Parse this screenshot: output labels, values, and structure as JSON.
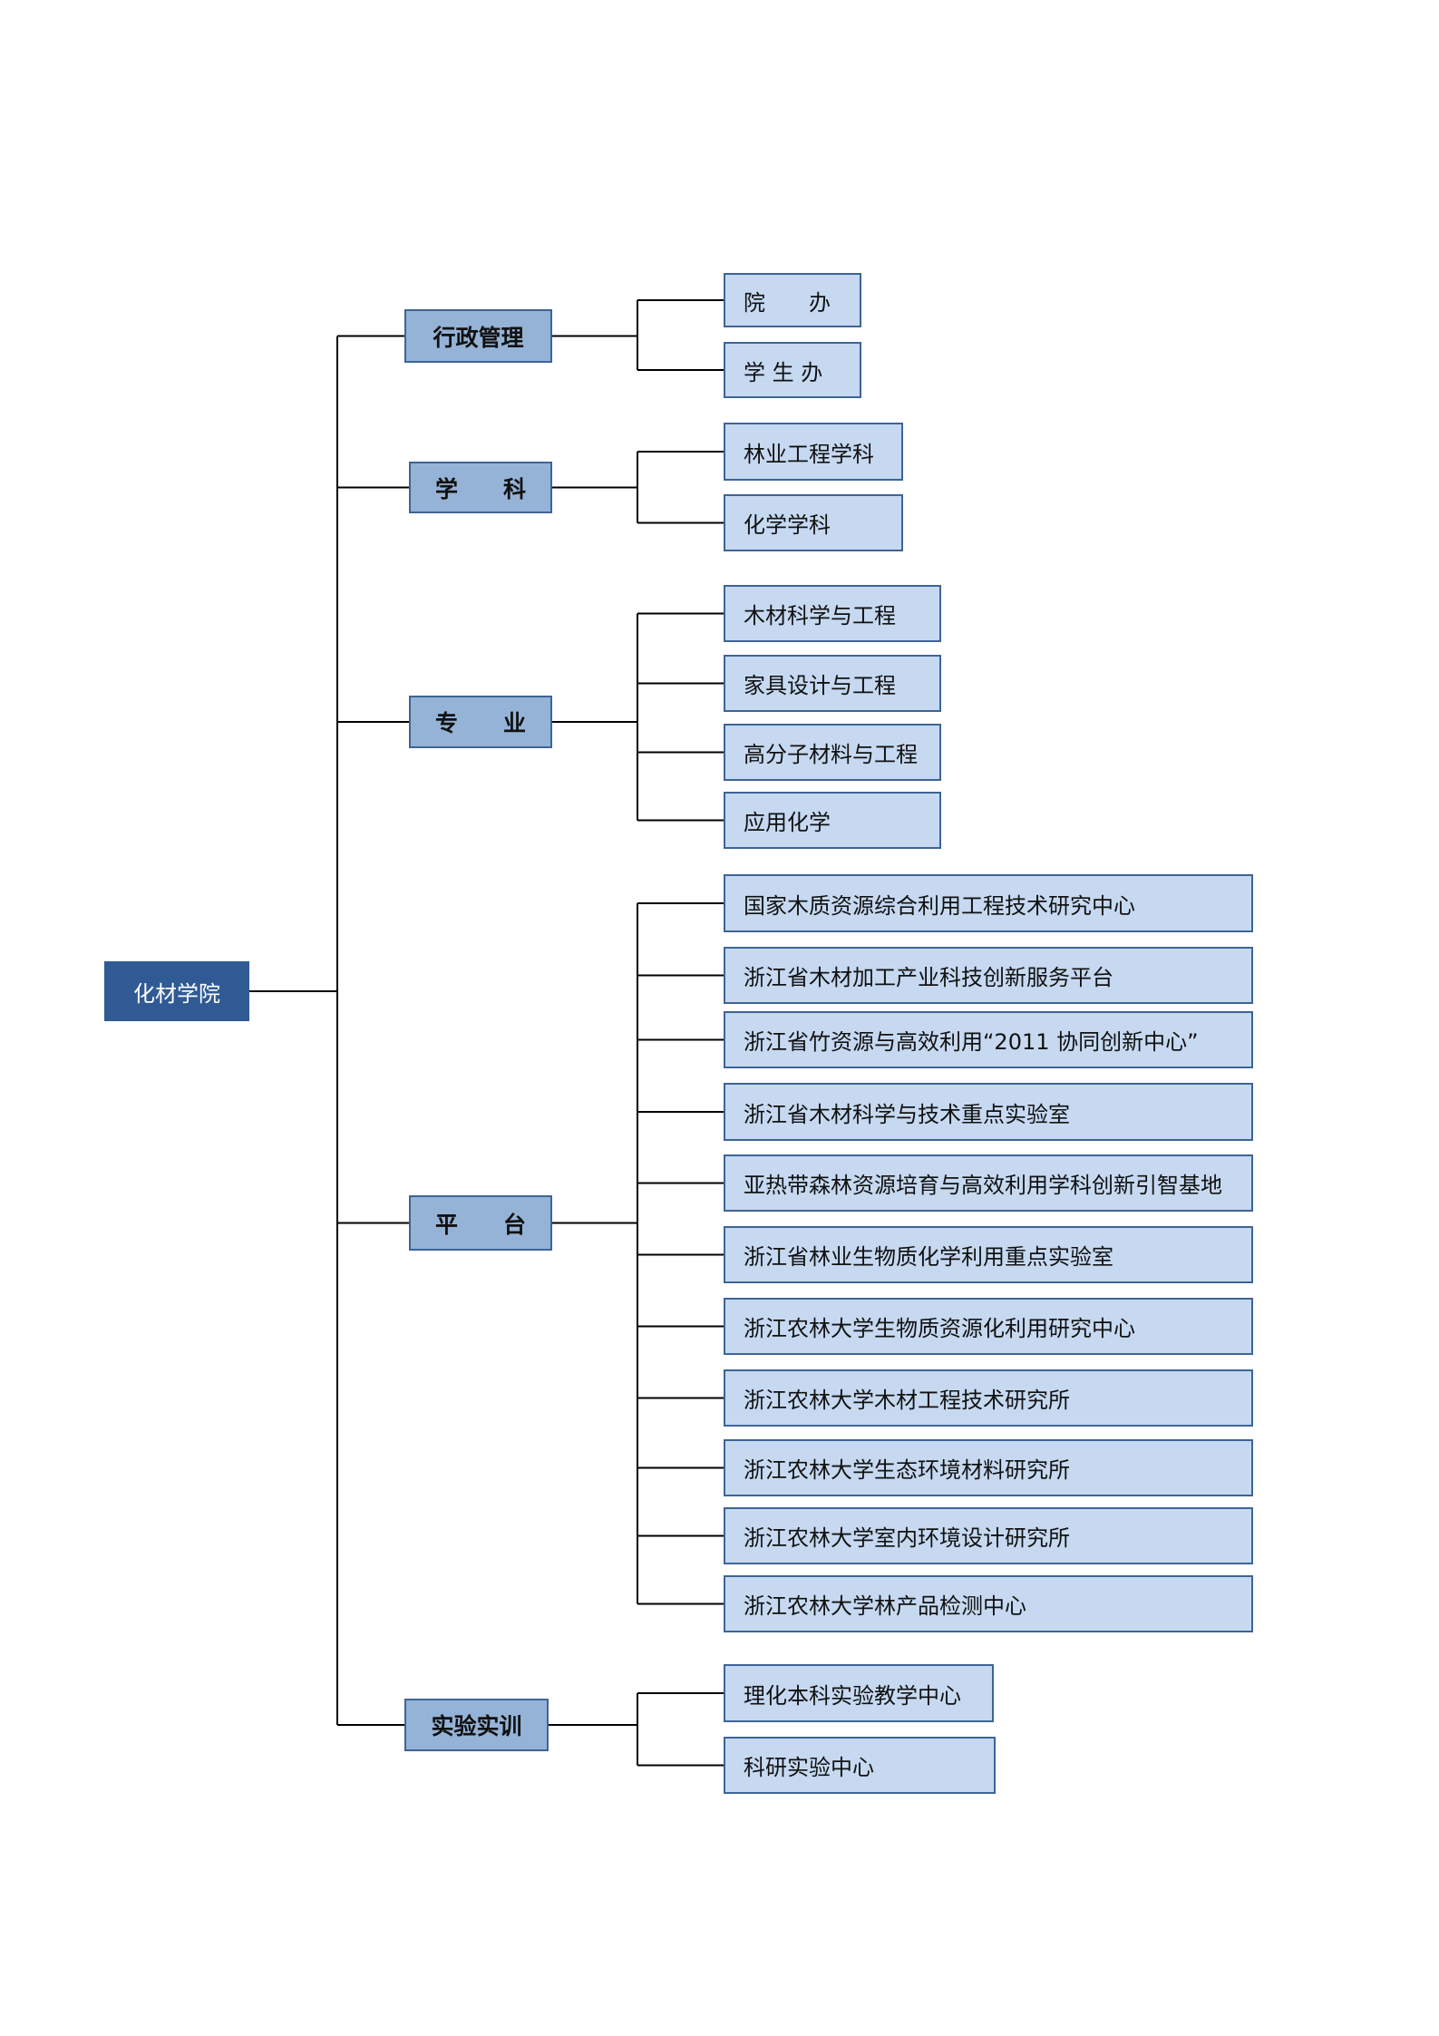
{
  "root": "化材学院",
  "categories": [
    {
      "label": "行政管理",
      "children": [
        "院　　办",
        "学 生 办"
      ]
    },
    {
      "label": "学　　科",
      "children": [
        "林业工程学科",
        "化学学科"
      ]
    },
    {
      "label": "专　　业",
      "children": [
        "木材科学与工程",
        "家具设计与工程",
        "高分子材料与工程",
        "应用化学"
      ]
    },
    {
      "label": "平　　台",
      "children": [
        "国家木质资源综合利用工程技术研究中心",
        "浙江省木材加工产业科技创新服务平台",
        "浙江省竹资源与高效利用“2011 协同创新中心”",
        "浙江省木材科学与技术重点实验室",
        "亚热带森林资源培育与高效利用学科创新引智基地",
        "浙江省林业生物质化学利用重点实验室",
        "浙江农林大学生物质资源化利用研究中心",
        "浙江农林大学木材工程技术研究所",
        "浙江农林大学生态环境材料研究所",
        "浙江农林大学室内环境设计研究所",
        "浙江农林大学林产品检测中心"
      ]
    },
    {
      "label": "实验实训",
      "children": [
        "理化本科实验教学中心",
        "科研实验中心"
      ]
    }
  ],
  "colors": {
    "root_fill": "#305a94",
    "category_fill": "#95b3d7",
    "leaf_fill": "#c6d9f1",
    "border": "#3e6496",
    "line": "#000000"
  }
}
